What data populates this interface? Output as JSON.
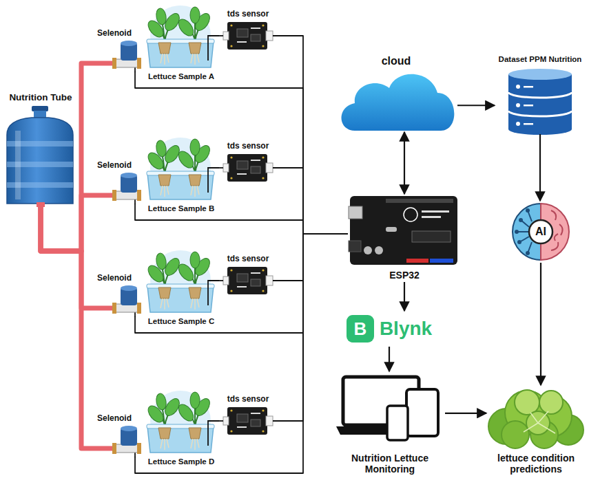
{
  "diagram": {
    "nodes": [
      {
        "text": [
          "Nutrition Tube"
        ]
      },
      {
        "text": [
          "Selenoid"
        ]
      },
      {
        "text": [
          "Lettuce Sample A"
        ]
      },
      {
        "text": [
          "tds sensor"
        ]
      },
      {
        "text": [
          "Selenoid"
        ]
      },
      {
        "text": [
          "Lettuce Sample B"
        ]
      },
      {
        "text": [
          "tds sensor"
        ]
      },
      {
        "text": [
          "Selenoid"
        ]
      },
      {
        "text": [
          "Lettuce Sample C"
        ]
      },
      {
        "text": [
          "tds sensor"
        ]
      },
      {
        "text": [
          "Selenoid"
        ]
      },
      {
        "text": [
          "Lettuce Sample D"
        ]
      },
      {
        "text": [
          "tds sensor"
        ]
      },
      {
        "text": [
          "ESP32"
        ]
      },
      {
        "text": [
          "cloud"
        ]
      },
      {
        "text": [
          "Dataset PPM Nutrition"
        ]
      },
      {
        "text": [
          "AI"
        ]
      },
      {
        "text": [
          "B",
          "Blynk"
        ]
      },
      {
        "text": [
          "Nutrition Lettuce Monitoring"
        ]
      },
      {
        "text": [
          "lettuce condition predictions"
        ]
      }
    ],
    "edges": [
      {
        "from": 0,
        "to": 1,
        "arrow": "none"
      },
      {
        "from": 0,
        "to": 4,
        "arrow": "none"
      },
      {
        "from": 0,
        "to": 7,
        "arrow": "none"
      },
      {
        "from": 0,
        "to": 10,
        "arrow": "none"
      },
      {
        "from": 2,
        "to": 3,
        "arrow": "none"
      },
      {
        "from": 5,
        "to": 6,
        "arrow": "none"
      },
      {
        "from": 8,
        "to": 9,
        "arrow": "none"
      },
      {
        "from": 11,
        "to": 12,
        "arrow": "none"
      },
      {
        "from": 1,
        "to": 13,
        "arrow": "none"
      },
      {
        "from": 3,
        "to": 13,
        "arrow": "none"
      },
      {
        "from": 4,
        "to": 13,
        "arrow": "none"
      },
      {
        "from": 6,
        "to": 13,
        "arrow": "none"
      },
      {
        "from": 7,
        "to": 13,
        "arrow": "none"
      },
      {
        "from": 9,
        "to": 13,
        "arrow": "none"
      },
      {
        "from": 10,
        "to": 13,
        "arrow": "none"
      },
      {
        "from": 12,
        "to": 13,
        "arrow": "none"
      },
      {
        "from": 13,
        "to": 14,
        "arrow": "both"
      },
      {
        "from": 14,
        "to": 15,
        "arrow": "to"
      },
      {
        "from": 15,
        "to": 16,
        "arrow": "to"
      },
      {
        "from": 16,
        "to": 19,
        "arrow": "to"
      },
      {
        "from": 13,
        "to": 17,
        "arrow": "to"
      },
      {
        "from": 17,
        "to": 18,
        "arrow": "to"
      },
      {
        "from": 18,
        "to": 19,
        "arrow": "to"
      }
    ]
  }
}
